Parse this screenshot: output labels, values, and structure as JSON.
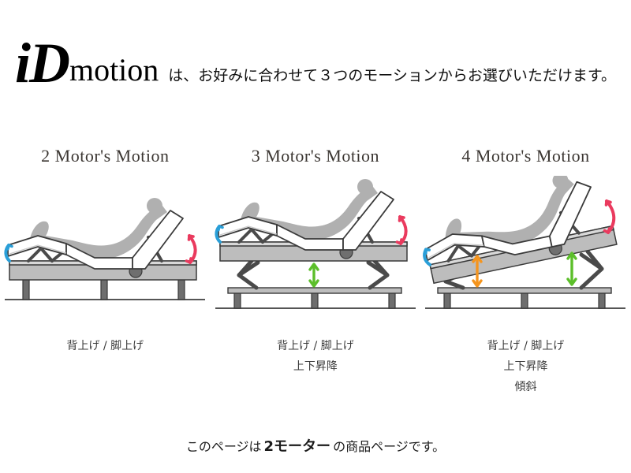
{
  "header": {
    "logo_primary": "iD",
    "logo_secondary": "motion",
    "tagline": "は、お好みに合わせて３つのモーションからお選びいただけます。"
  },
  "columns": [
    {
      "title": "2 Motor's Motion",
      "illustration_name": "bed-2-motor-illustration",
      "captions": [
        "背上げ / 脚上げ"
      ],
      "arrows": [
        {
          "name": "leg-lift-arrow",
          "color": "#2a9fd8",
          "direction": "curved-up"
        },
        {
          "name": "back-lift-arrow",
          "color": "#ea3a5e",
          "direction": "curved-down"
        }
      ]
    },
    {
      "title": "3 Motor's Motion",
      "illustration_name": "bed-3-motor-illustration",
      "captions": [
        "背上げ / 脚上げ",
        "上下昇降"
      ],
      "arrows": [
        {
          "name": "leg-lift-arrow",
          "color": "#2a9fd8",
          "direction": "curved-up"
        },
        {
          "name": "back-lift-arrow",
          "color": "#ea3a5e",
          "direction": "curved-down"
        },
        {
          "name": "height-adjust-arrow",
          "color": "#5cbf2a",
          "direction": "vertical-double"
        }
      ]
    },
    {
      "title": "4 Motor's Motion",
      "illustration_name": "bed-4-motor-illustration",
      "captions": [
        "背上げ / 脚上げ",
        "上下昇降",
        "傾斜"
      ],
      "arrows": [
        {
          "name": "leg-lift-arrow",
          "color": "#2a9fd8",
          "direction": "curved-up"
        },
        {
          "name": "back-lift-arrow",
          "color": "#ea3a5e",
          "direction": "curved-down"
        },
        {
          "name": "tilt-front-arrow",
          "color": "#f5951e",
          "direction": "vertical-double"
        },
        {
          "name": "tilt-rear-arrow",
          "color": "#5cbf2a",
          "direction": "vertical-double"
        }
      ]
    }
  ],
  "footer": {
    "prefix": "このページは",
    "emphasis": "2モーター",
    "suffix": "の商品ページです。"
  },
  "colors": {
    "mattress_fill": "#ffffff",
    "mattress_outline": "#3a3a3a",
    "body_silhouette": "#b0b0b0",
    "base_fill": "#bdbdbd",
    "base_top": "#d6d6d6",
    "frame_dark": "#4a4a4a",
    "leg_fill": "#6e6e6e",
    "ground_line": "#555555",
    "knob": "#6f6f6f",
    "arrow_blue": "#2a9fd8",
    "arrow_red": "#ea3a5e",
    "arrow_green": "#5cbf2a",
    "arrow_orange": "#f5951e",
    "title_text": "#3b3632"
  }
}
